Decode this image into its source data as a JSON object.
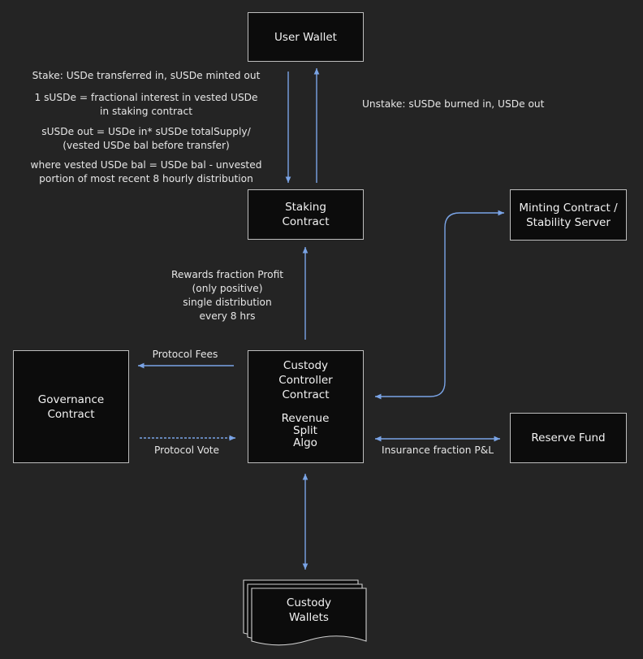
{
  "colors": {
    "background": "#242424",
    "box_fill": "#0c0c0c",
    "box_border": "#bdbdbd",
    "arrow": "#7aa4e6"
  },
  "nodes": {
    "user_wallet": "User Wallet",
    "staking_contract": [
      "Staking",
      "Contract"
    ],
    "minting_contract": [
      "Minting Contract /",
      "Stability Server"
    ],
    "governance_contract": [
      "Governance",
      "Contract"
    ],
    "custody_controller": [
      "Custody",
      "Controller",
      "Contract"
    ],
    "revenue_split_algo": [
      "Revenue",
      "Split",
      "Algo"
    ],
    "reserve_fund": "Reserve Fund",
    "custody_wallets": [
      "Custody",
      "Wallets"
    ]
  },
  "edges": {
    "stake": "Stake: USDe transferred in, sUSDe minted out",
    "susde_definition": [
      "1 sUSDe = fractional interest in vested USDe",
      "in staking contract"
    ],
    "susde_out_formula": [
      "sUSDe out = USDe in* sUSDe totalSupply/",
      "(vested USDe bal before transfer)"
    ],
    "vested_definition": [
      "where vested USDe bal = USDe bal - unvested",
      "portion of most recent 8 hourly distribution"
    ],
    "unstake": "Unstake: sUSDe burned in, USDe out",
    "rewards": [
      "Rewards fraction Profit",
      "(only positive)",
      "single distribution",
      "every 8 hrs"
    ],
    "protocol_fees": "Protocol Fees",
    "protocol_vote": "Protocol Vote",
    "insurance": "Insurance fraction P&L"
  }
}
